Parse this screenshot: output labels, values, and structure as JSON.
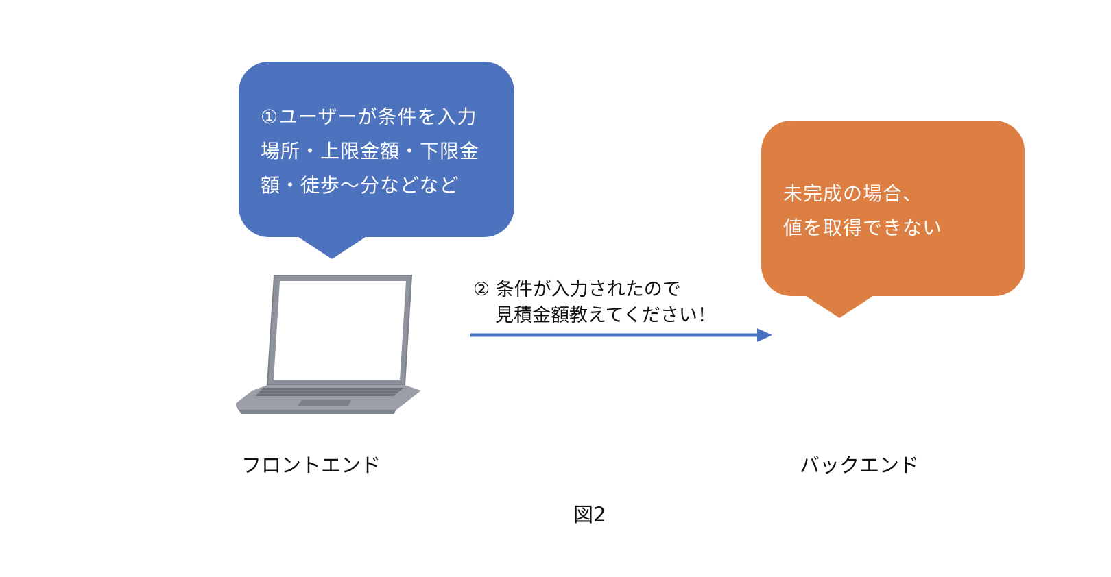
{
  "frontend": {
    "bubble_lines": [
      "①ユーザーが条件を入力",
      "場所・上限金額・下限金",
      "額・徒歩〜分などなど"
    ],
    "label": "フロントエンド",
    "bubble_color": "#4e73be"
  },
  "request": {
    "lines": [
      "② 条件が入力されたので",
      "見積金額教えてください！"
    ],
    "arrow_color": "#4a72c0"
  },
  "backend": {
    "bubble_lines": [
      "未完成の場合、",
      "値を取得できない"
    ],
    "label": "バックエンド",
    "bubble_color": "#dd7f42"
  },
  "figure_caption": "図2",
  "icons": {
    "laptop": "laptop-icon"
  }
}
